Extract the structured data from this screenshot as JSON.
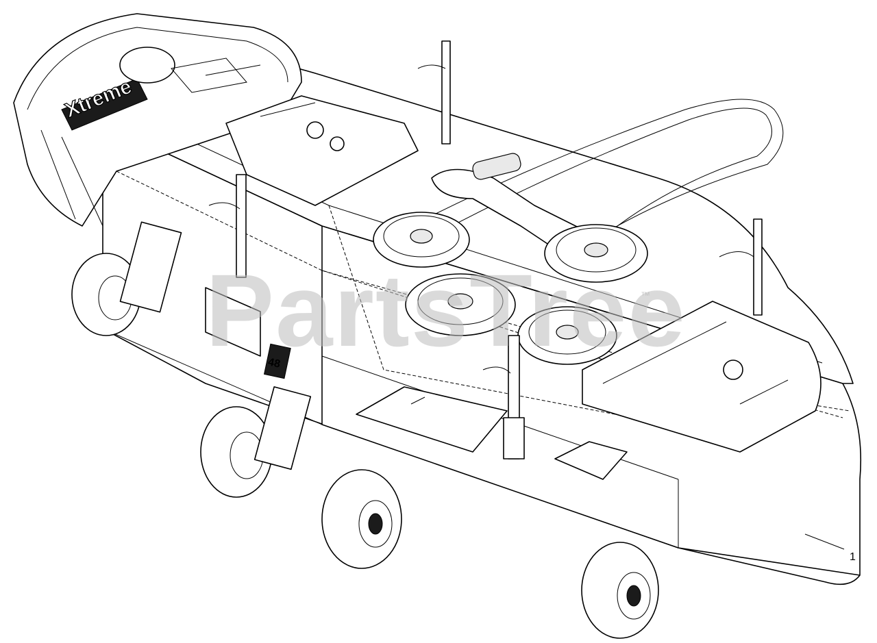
{
  "watermark": {
    "text": "PartsTree",
    "trademark": "™"
  },
  "deck_branding": {
    "text": "Xtreme",
    "sticker_number": "48"
  },
  "callouts": [
    {
      "number": "1"
    }
  ],
  "colors": {
    "line": "#000000",
    "watermark": "#bdbdbd",
    "background": "#ffffff"
  }
}
